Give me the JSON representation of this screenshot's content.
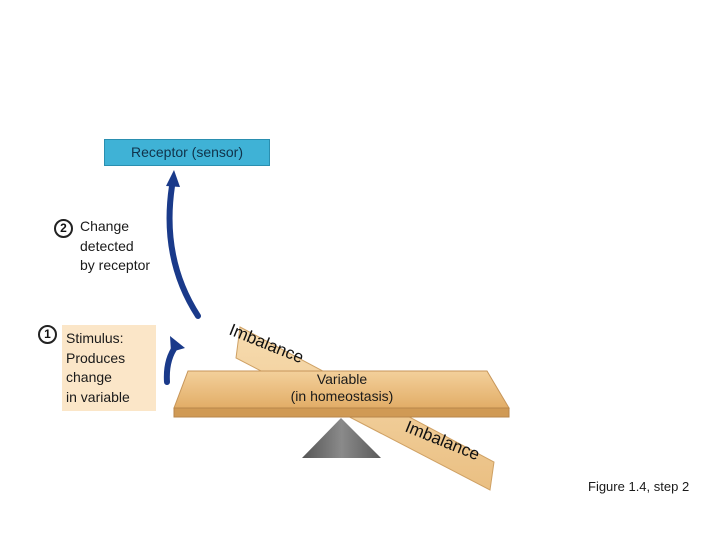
{
  "receptor": {
    "label": "Receptor (sensor)"
  },
  "step2": {
    "number": "2",
    "lines": [
      "Change",
      "detected",
      "by receptor"
    ]
  },
  "step1": {
    "number": "1",
    "lines": [
      "Stimulus:",
      "Produces",
      "change",
      "in variable"
    ]
  },
  "variable": {
    "lines": [
      "Variable",
      "(in homeostasis)"
    ]
  },
  "imbalance_left": "Imbalance",
  "imbalance_right": "Imbalance",
  "caption": "Figure 1.4, step 2",
  "colors": {
    "receptor_box": "#3fb2d6",
    "stimulus_box": "#fbe6c8",
    "plank": "#e7b877",
    "plank_light": "#f6d9a8",
    "arrow": "#1a3a8a",
    "fulcrum": "#666666"
  }
}
